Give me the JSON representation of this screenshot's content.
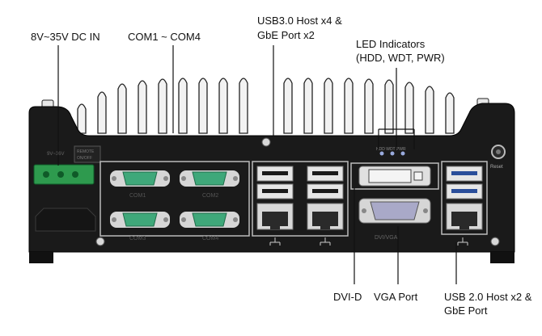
{
  "labels": {
    "dc_in": "8V~35V DC IN",
    "com": "COM1 ~ COM4",
    "usb30_line1": "USB3.0 Host x4 &",
    "usb30_line2": "GbE Port x2",
    "led_line1": "LED Indicators",
    "led_line2": "(HDD, WDT, PWR)",
    "dvi": "DVI-D",
    "vga": "VGA Port",
    "usb20_line1": "USB 2.0 Host x2 &",
    "usb20_line2": "GbE Port"
  },
  "panel_marks": {
    "dc_label": "9V~36V",
    "remote_label": "REMOTE\nON/OFF",
    "dvi_vga": "DVI/VGA",
    "reset": "Reset",
    "com_tags": [
      "COM1",
      "COM2",
      "COM3",
      "COM4"
    ],
    "led_tags": [
      "HDD",
      "WDT",
      "PWR"
    ]
  },
  "colors": {
    "chassis": "#1a1a1a",
    "terminal_green": "#2e9a4e",
    "db9_green": "#3fa87a",
    "leader": "#111111"
  }
}
